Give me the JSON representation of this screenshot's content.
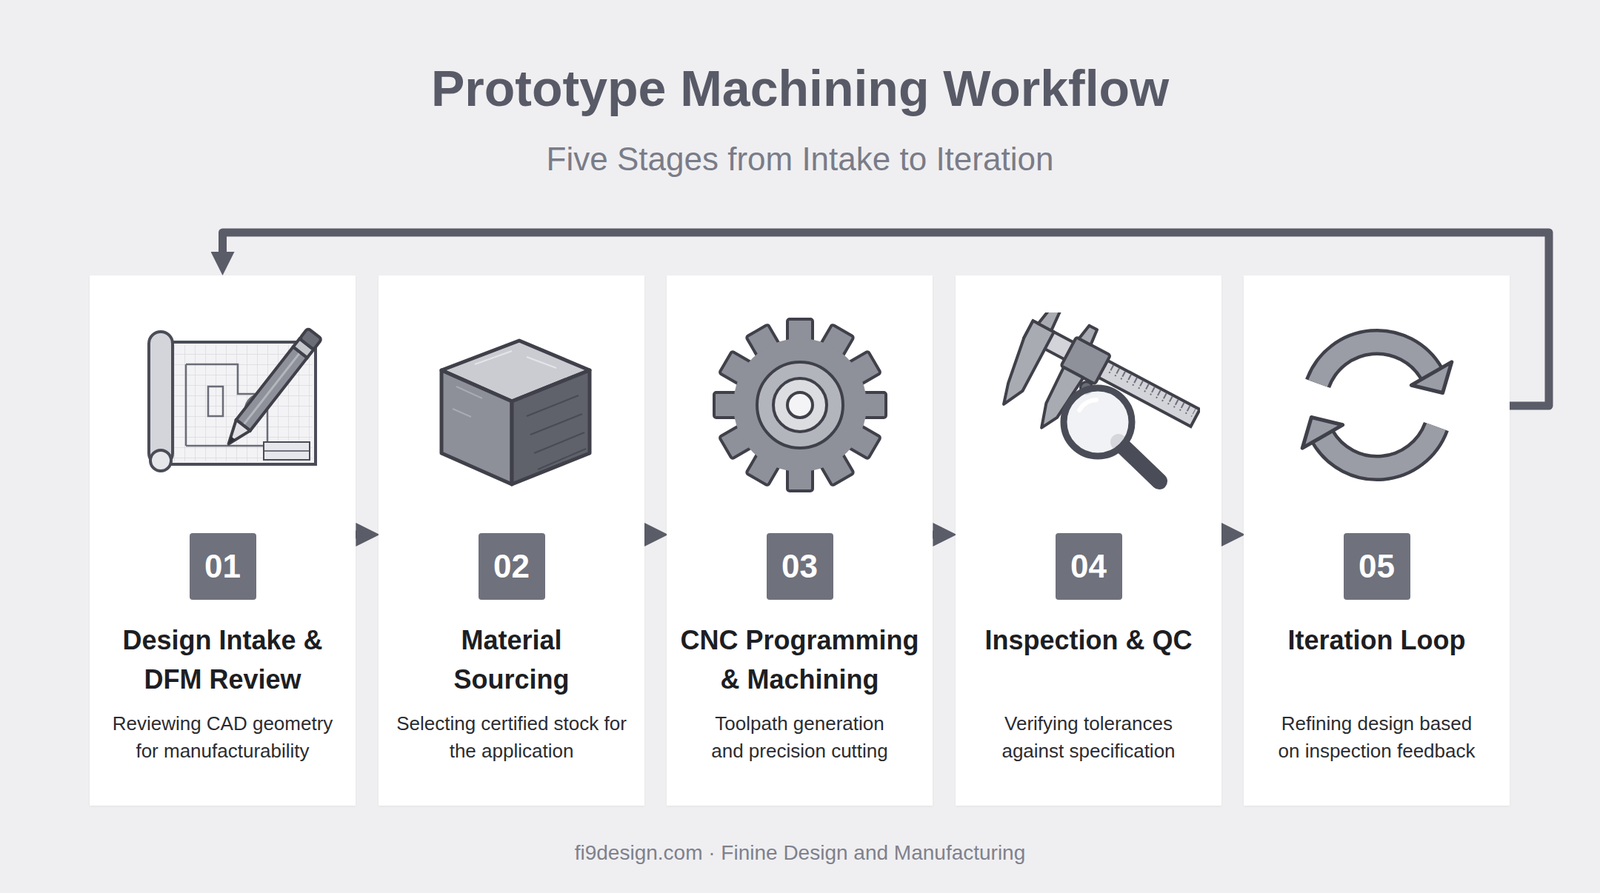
{
  "diagram": {
    "title": "Prototype Machining Workflow",
    "nodes": [
      {
        "text": [
          "Design Intake & DFM Review",
          "Reviewing CAD geometry for manufacturability"
        ]
      },
      {
        "text": [
          "01"
        ],
        "in": 0
      },
      {
        "text": [
          "Material Sourcing",
          "Selecting certified stock for the application"
        ]
      },
      {
        "text": [
          "02"
        ],
        "in": 2
      },
      {
        "text": [
          "CNC Programming & Machining",
          "Toolpath generation and precision cutting"
        ]
      },
      {
        "text": [
          "03"
        ],
        "in": 4
      },
      {
        "text": [
          "Inspection & QC",
          "Verifying tolerances against specification"
        ]
      },
      {
        "text": [
          "04"
        ],
        "in": 6
      },
      {
        "text": [
          "Iteration Loop",
          "Refining design based on inspection feedback"
        ]
      },
      {
        "text": [
          "05"
        ],
        "in": 8
      }
    ],
    "edges": [
      {
        "from": 0,
        "to": 2,
        "arrow": "to"
      },
      {
        "from": 2,
        "to": 4,
        "arrow": "to"
      },
      {
        "from": 4,
        "to": 6,
        "arrow": "to"
      },
      {
        "from": 6,
        "to": 8,
        "arrow": "to"
      },
      {
        "from": 8,
        "to": 0,
        "arrow": "to"
      }
    ],
    "labels": [
      "Five Stages from Intake to Iteration",
      "fi9design.com · Finine Design and Manufacturing"
    ]
  }
}
